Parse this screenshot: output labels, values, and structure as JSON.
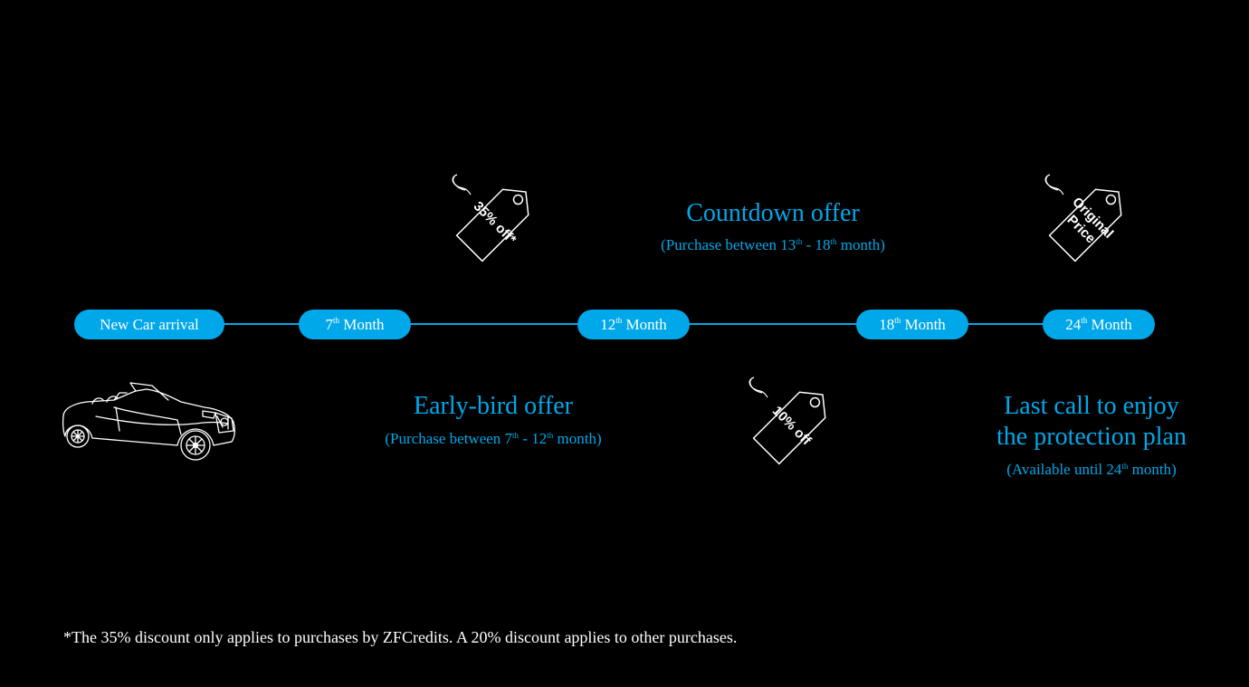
{
  "timeline": {
    "milestones": [
      {
        "prefix": "New Car arrival",
        "sup": "",
        "suffix": ""
      },
      {
        "prefix": "7",
        "sup": "th",
        "suffix": " Month"
      },
      {
        "prefix": "12",
        "sup": "th",
        "suffix": " Month"
      },
      {
        "prefix": "18",
        "sup": "th",
        "suffix": " Month"
      },
      {
        "prefix": "24",
        "sup": "th",
        "suffix": " Month"
      }
    ]
  },
  "offers": {
    "early_bird": {
      "title": "Early-bird offer",
      "sub_a": "(Purchase between 7",
      "sup_a": "th",
      "sub_b": " - 12",
      "sup_b": "th",
      "sub_c": " month)"
    },
    "countdown": {
      "title": "Countdown offer",
      "sub_a": "(Purchase between 13",
      "sup_a": "th",
      "sub_b": " - 18",
      "sup_b": "th",
      "sub_c": " month)"
    },
    "last_call": {
      "title_line1": "Last call to enjoy",
      "title_line2": "the protection plan",
      "sub_a": "(Available until 24",
      "sup_a": "th",
      "sub_b": " month)"
    }
  },
  "tags": {
    "tag_35": "35% off*",
    "tag_10": "10% off",
    "tag_original_line1": "Original",
    "tag_original_line2": "Price"
  },
  "footnote": "*The 35% discount only applies to purchases by ZFCredits. A 20% discount applies to other purchases.",
  "colors": {
    "accent": "#00a8ea",
    "background": "#000000",
    "text": "#ffffff"
  }
}
